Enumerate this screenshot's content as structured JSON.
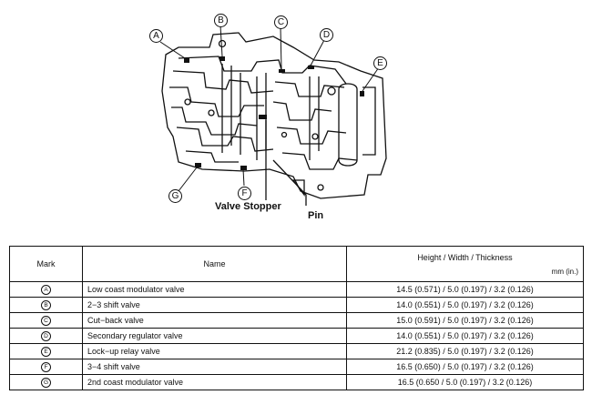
{
  "diagram": {
    "callouts": [
      "A",
      "B",
      "C",
      "D",
      "E",
      "F",
      "G"
    ],
    "labels": {
      "valve_stopper": "Valve Stopper",
      "pin": "Pin"
    }
  },
  "table": {
    "headers": {
      "mark": "Mark",
      "name": "Name",
      "dims": "Height / Width / Thickness",
      "units": "mm (in.)"
    },
    "rows": [
      {
        "mark": "A",
        "name": "Low coast modulator valve",
        "value": "14.5 (0.571) / 5.0 (0.197) / 3.2 (0.126)"
      },
      {
        "mark": "B",
        "name": "2−3 shift valve",
        "value": "14.0 (0.551) / 5.0 (0.197) / 3.2 (0.126)"
      },
      {
        "mark": "C",
        "name": "Cut−back valve",
        "value": "15.0 (0.591) / 5.0 (0.197) / 3.2 (0.126)"
      },
      {
        "mark": "D",
        "name": "Secondary regulator valve",
        "value": "14.0 (0.551) / 5.0 (0.197) / 3.2 (0.126)"
      },
      {
        "mark": "E",
        "name": "Lock−up relay valve",
        "value": "21.2 (0.835) / 5.0 (0.197) / 3.2 (0.126)"
      },
      {
        "mark": "F",
        "name": "3−4 shift valve",
        "value": "16.5 (0.650) / 5.0 (0.197) / 3.2 (0.126)"
      },
      {
        "mark": "G",
        "name": "2nd coast modulator valve",
        "value": "16.5 (0.650 / 5.0 (0.197) / 3.2 (0.126)"
      }
    ]
  }
}
